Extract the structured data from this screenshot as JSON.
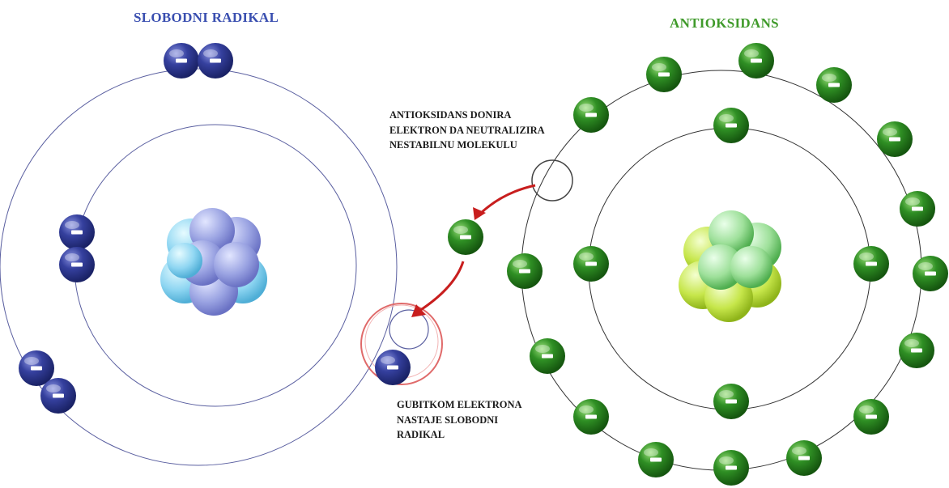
{
  "titles": {
    "free_radical": "SLOBODNI RADIKAL",
    "antioxidant": "ANTIOKSIDANS"
  },
  "annotations": {
    "donate": [
      "ANTIOKSIDANS DONIRA",
      "ELEKTRON DA NEUTRALIZIRA",
      "NESTABILNU MOLEKULU"
    ],
    "lose": [
      "GUBITKOM ELEKTRONA",
      "NASTAJE SLOBODNI",
      "RADIKAL"
    ]
  },
  "electron_sign": "-",
  "colors": {
    "free_radical_electron": "#2a3590",
    "antioxidant_electron": "#2e8a22",
    "orbit": "#5a5fa0",
    "arrow": "#c81e1e",
    "highlight_ring": "#e06a6a"
  }
}
